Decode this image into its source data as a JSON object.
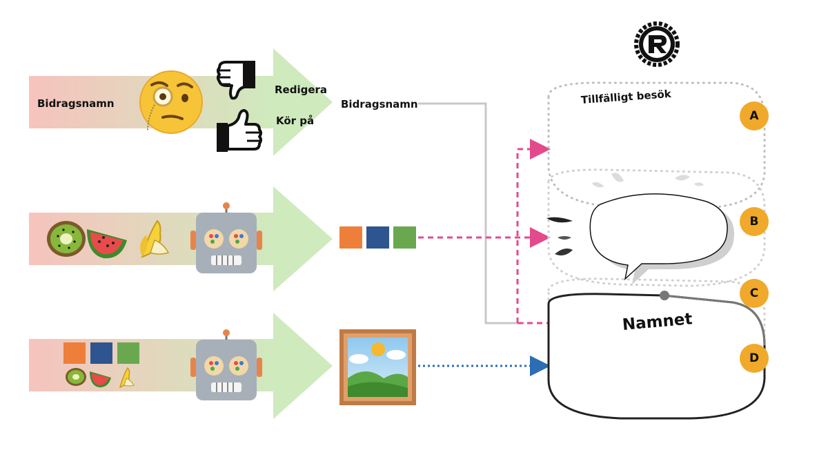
{
  "row1": {
    "input_label": "Bidragsnamn",
    "choice_edit": "Redigera",
    "choice_run": "Kör på",
    "output_label": "Bidragsnamn"
  },
  "board": {
    "card_a_title": "Tillfälligt besök",
    "card_d_title": "Namnet"
  },
  "badges": [
    "A",
    "B",
    "C",
    "D"
  ],
  "colors": {
    "arrow_start": "#f5c6c0",
    "arrow_end": "#cdeabb",
    "swatch_orange": "#ee7f3a",
    "swatch_blue": "#2e5590",
    "swatch_green": "#6aa84f",
    "badge": "#f0a92a",
    "pink_connector": "#e34a8c",
    "blue_connector": "#2d6db3",
    "gray_connector": "#c8c8c8"
  },
  "icons": [
    "monocle-face-icon",
    "thumbs-down-icon",
    "thumbs-up-icon",
    "kiwi-icon",
    "watermelon-icon",
    "banana-icon",
    "robot-icon",
    "framed-picture-icon",
    "rust-logo-icon"
  ]
}
